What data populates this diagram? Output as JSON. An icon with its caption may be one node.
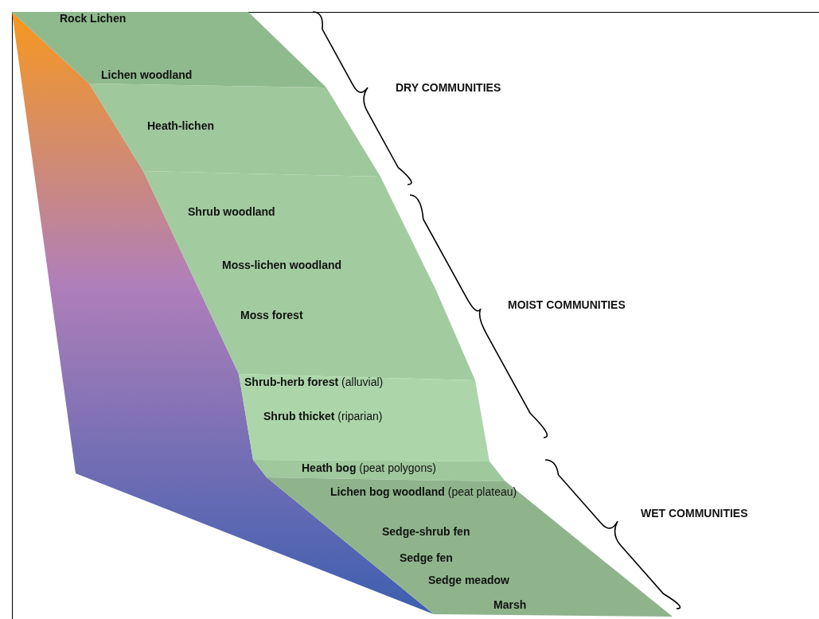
{
  "diagram": {
    "labels": [
      "Rock Lichen",
      "Lichen woodland",
      "Heath-lichen",
      "DRY COMMUNITIES",
      "Shrub woodland",
      "Moss-lichen woodland",
      "MOIST COMMUNITIES",
      "Moss forest",
      "**Shrub-herb forest** (alluvial)",
      "**Shrub thicket** (riparian)",
      "**Heath bog** (peat polygons)",
      "**Lichen bog woodland** (peat plateau)",
      "WET COMMUNITIES",
      "Sedge-shrub fen",
      "Sedge fen",
      "Sedge meadow",
      "Marsh"
    ]
  }
}
